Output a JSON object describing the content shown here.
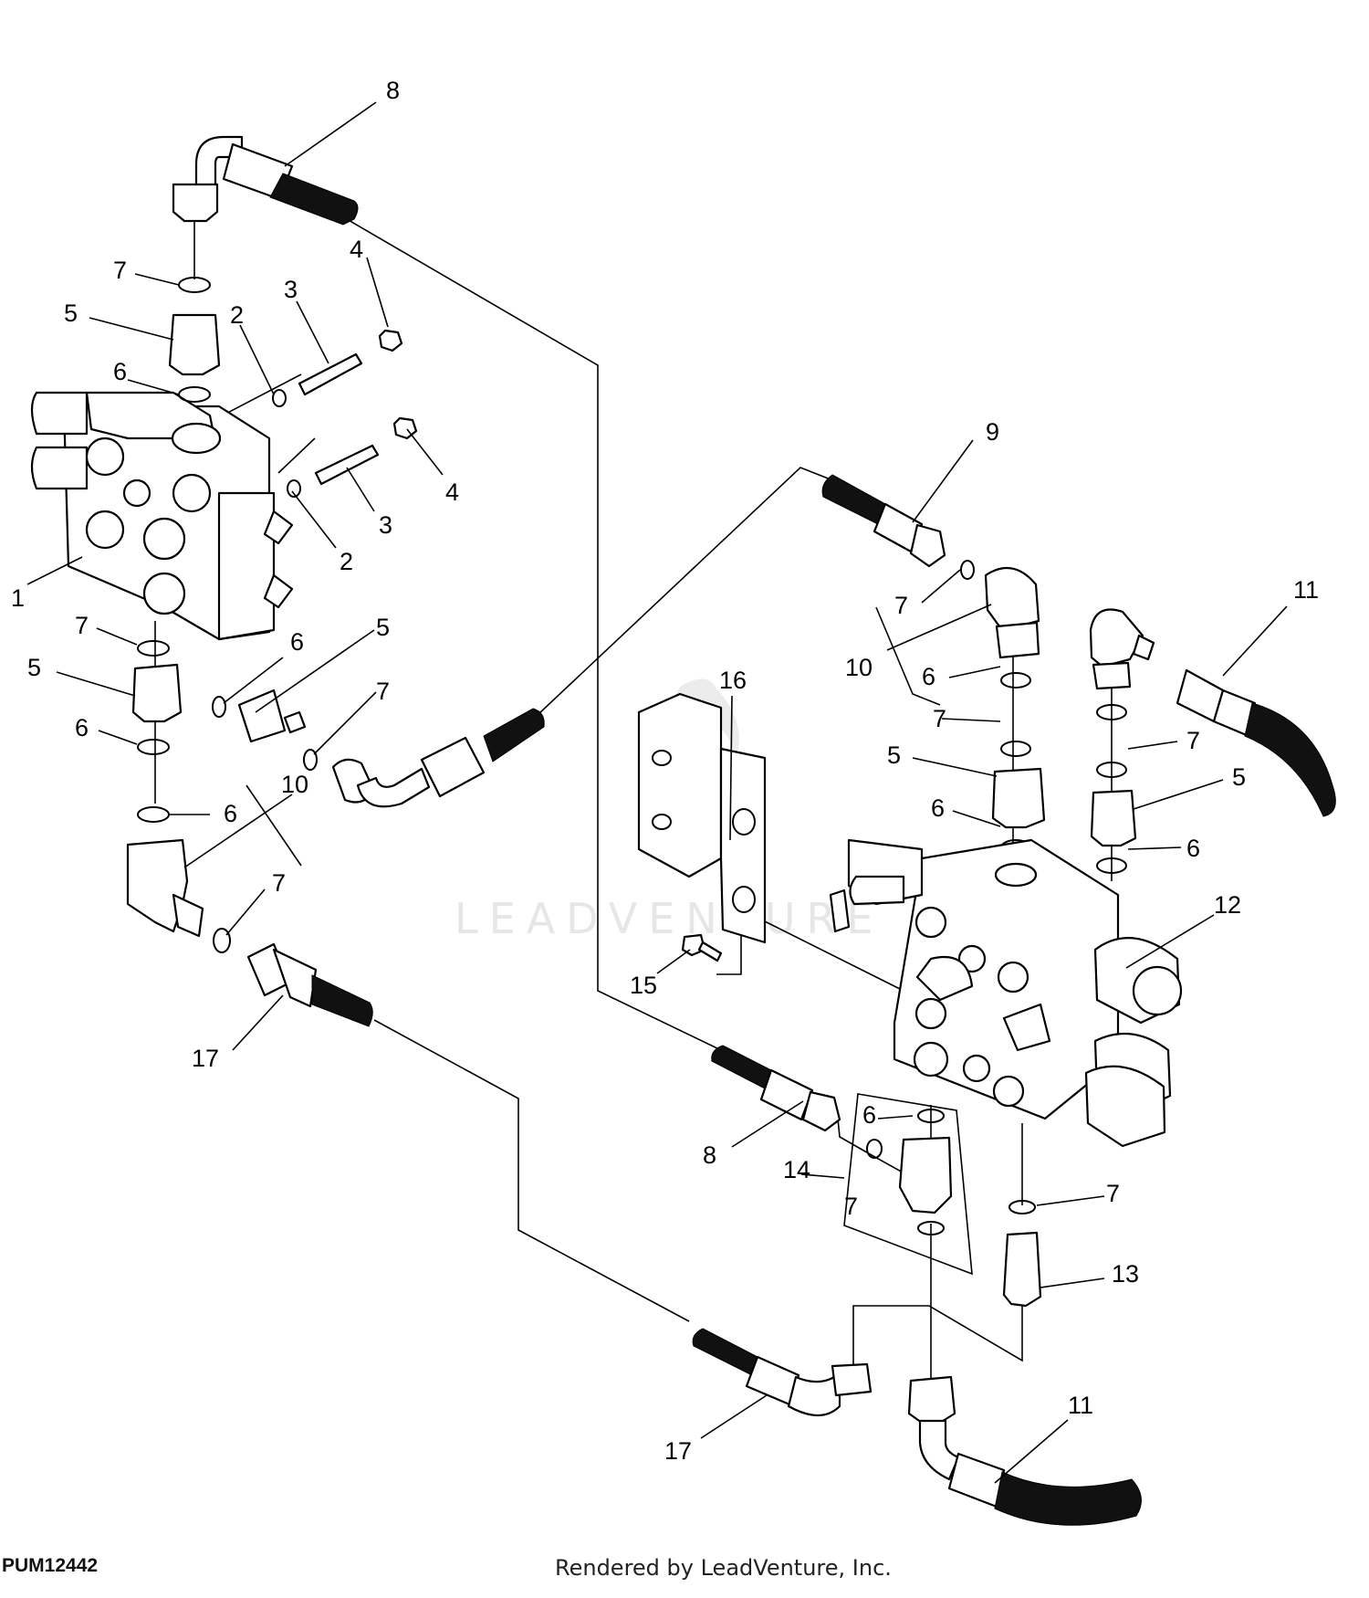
{
  "figure_id": "PUM12442",
  "credit": "Rendered by LeadVenture, Inc.",
  "watermark": "LEADVENTURE",
  "callouts": [
    {
      "key": "c8a",
      "text": "8"
    },
    {
      "key": "c7a",
      "text": "7"
    },
    {
      "key": "c4a",
      "text": "4"
    },
    {
      "key": "c5a",
      "text": "5"
    },
    {
      "key": "c2a",
      "text": "2"
    },
    {
      "key": "c3a",
      "text": "3"
    },
    {
      "key": "c6a",
      "text": "6"
    },
    {
      "key": "c4b",
      "text": "4"
    },
    {
      "key": "c3b",
      "text": "3"
    },
    {
      "key": "c2b",
      "text": "2"
    },
    {
      "key": "c1",
      "text": "1"
    },
    {
      "key": "c7b",
      "text": "7"
    },
    {
      "key": "c5b",
      "text": "5"
    },
    {
      "key": "c6b",
      "text": "6"
    },
    {
      "key": "c5c",
      "text": "5"
    },
    {
      "key": "c6c",
      "text": "6"
    },
    {
      "key": "c7c",
      "text": "7"
    },
    {
      "key": "c6d",
      "text": "6"
    },
    {
      "key": "c10a",
      "text": "10"
    },
    {
      "key": "c7d",
      "text": "7"
    },
    {
      "key": "c17a",
      "text": "17"
    },
    {
      "key": "c9",
      "text": "9"
    },
    {
      "key": "c7e",
      "text": "7"
    },
    {
      "key": "c10b",
      "text": "10"
    },
    {
      "key": "c6e",
      "text": "6"
    },
    {
      "key": "c7f",
      "text": "7"
    },
    {
      "key": "c5d",
      "text": "5"
    },
    {
      "key": "c6f",
      "text": "6"
    },
    {
      "key": "c11a",
      "text": "11"
    },
    {
      "key": "c7g",
      "text": "7"
    },
    {
      "key": "c5e",
      "text": "5"
    },
    {
      "key": "c6g",
      "text": "6"
    },
    {
      "key": "c16",
      "text": "16"
    },
    {
      "key": "c12",
      "text": "12"
    },
    {
      "key": "c15",
      "text": "15"
    },
    {
      "key": "c8b",
      "text": "8"
    },
    {
      "key": "c6h",
      "text": "6"
    },
    {
      "key": "c14",
      "text": "14"
    },
    {
      "key": "c7h",
      "text": "7"
    },
    {
      "key": "c7i",
      "text": "7"
    },
    {
      "key": "c13",
      "text": "13"
    },
    {
      "key": "c11b",
      "text": "11"
    },
    {
      "key": "c17b",
      "text": "17"
    }
  ]
}
